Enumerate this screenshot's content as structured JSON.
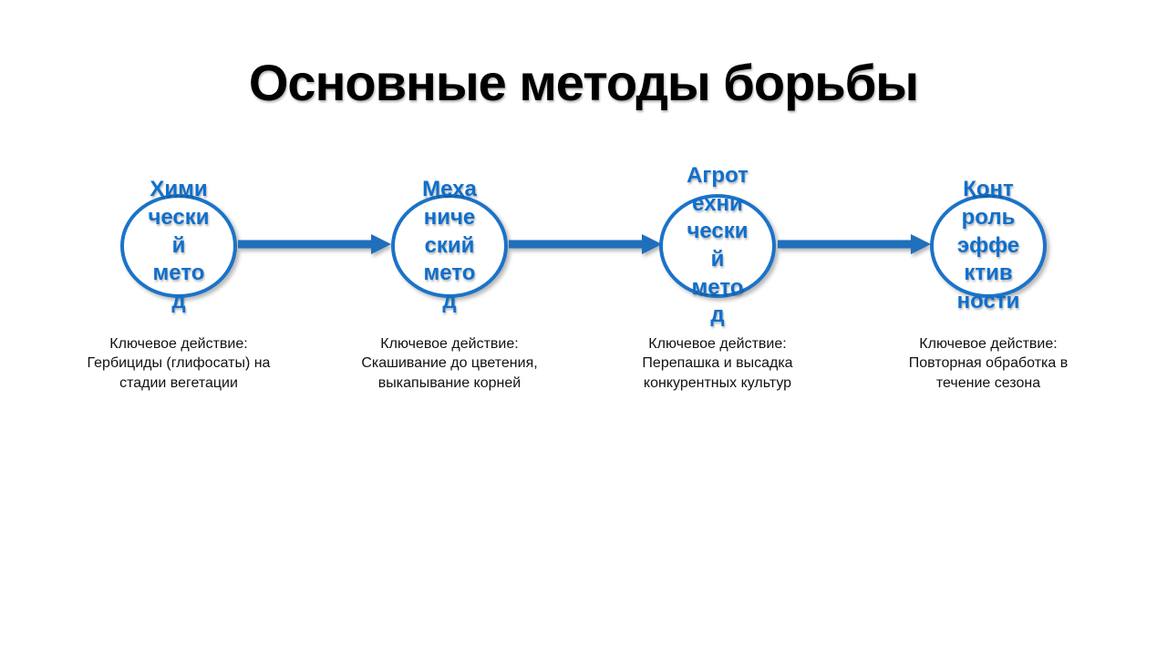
{
  "slide": {
    "title": "Основные методы борьбы",
    "background_color": "#ffffff",
    "accent_color": "#1b73c8",
    "label_color": "#0f6fcc",
    "arrow_color": "#1f6fbc"
  },
  "steps": [
    {
      "label": "Хими\nчески\nй\nмето\nд",
      "caption": "Ключевое действие:\nГербициды (глифосаты) на\nстадии вегетации"
    },
    {
      "label": "Меха\nниче\nский\nмето\nд",
      "caption": "Ключевое действие:\nСкашивание до цветения,\nвыкапывание корней"
    },
    {
      "label": "Агрот\nехни\nчески\nй\nмето\nд",
      "caption": "Ключевое действие:\nПерепашка и высадка\nконкурентных культур"
    },
    {
      "label": "Конт\nроль\nэффе\nктив\nности",
      "caption": "Ключевое действие:\nПовторная обработка в\nтечение сезона"
    }
  ]
}
